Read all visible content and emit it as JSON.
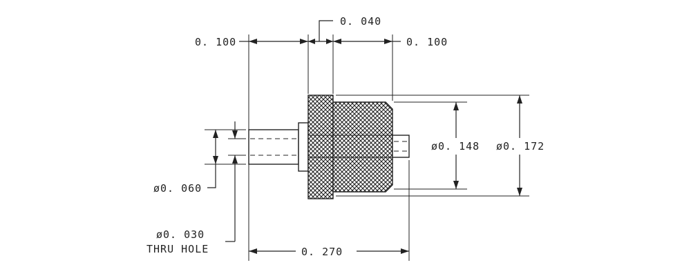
{
  "drawing": {
    "dim_left_offset": "0. 100",
    "dim_flange": "0. 040",
    "dim_right_offset": "0. 100",
    "dim_inner_dia": "ø0. 148",
    "dim_outer_dia": "ø0. 172",
    "dim_shank_dia": "ø0. 060",
    "dim_hole_line1": "ø0. 030",
    "dim_hole_line2": "THRU HOLE",
    "dim_overall_length": "0. 270"
  }
}
